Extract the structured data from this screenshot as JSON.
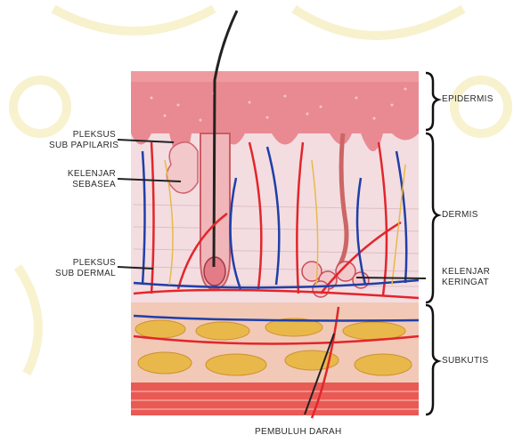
{
  "labels": {
    "pleksus_sub_papilaris": [
      "PLEKSUS",
      "SUB PAPILARIS"
    ],
    "kelenjar_sebasea": [
      "KELENJAR",
      "SEBASEA"
    ],
    "pleksus_sub_dermal": [
      "PLEKSUS",
      "SUB DERMAL"
    ],
    "epidermis": "EPIDERMIS",
    "dermis": "DERMIS",
    "kelenjar_keringat": [
      "KELENJAR",
      "KERINGAT"
    ],
    "subkutis": "SUBKUTIS",
    "pembuluh_darah": "PEMBULUH DARAH"
  },
  "colors": {
    "epidermis": "#e98a92",
    "dermis": "#f3dde0",
    "artery": "#e3252b",
    "vein": "#1f3fa8",
    "fat": "#e8b94a",
    "watermark": "#f2e7a6"
  }
}
